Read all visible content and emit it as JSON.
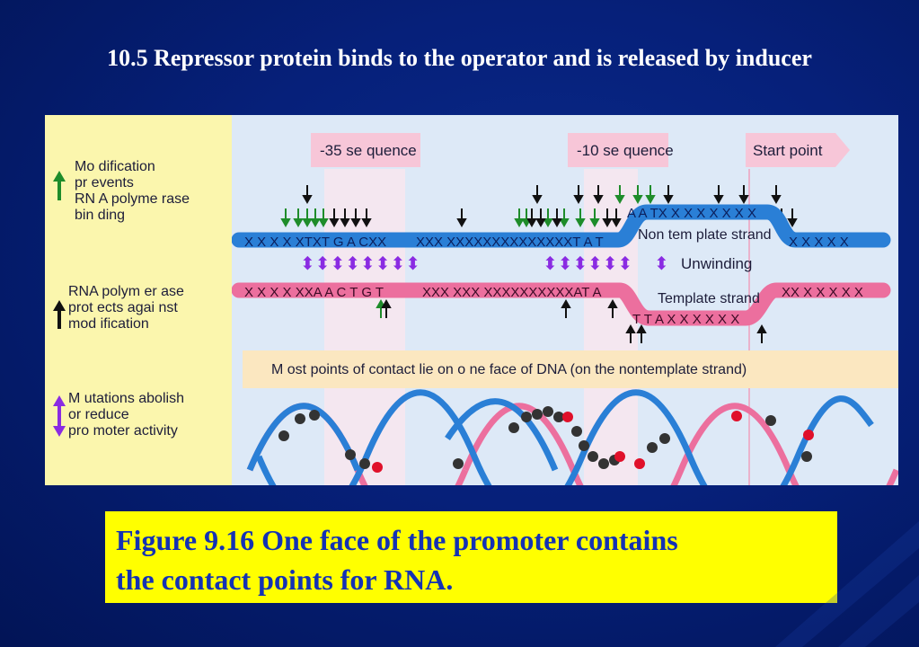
{
  "title": "10.5 Repressor protein binds to the operator and is released by inducer",
  "legend": {
    "modification": "Mo dification\n pr events\nRN A polyme rase\nbin ding",
    "protects": "RNA polym er ase\nprot ects agai nst\nmod ification",
    "mutations": "M utations abolish\n or reduce\npro moter activity"
  },
  "sequence_labels": {
    "minus35": "-35 se quence",
    "minus10": "-10 se quence",
    "start_point": "Start point"
  },
  "strands": {
    "nontemplate_label": "Non tem plate  strand",
    "unwinding_label": "Unwinding",
    "template_label": "Template  strand",
    "top_left": "X X X X  XTXT  G   A CXX",
    "top_mid": "XXX XXXXXXXXXXXXXXT   A T",
    "top_raised": "A A TX X X X  X X X X",
    "top_right": "X X X X  X",
    "bot_left": "X X X  X XXA A C  T  G T",
    "bot_mid": "XXX XXX XXXXXXXXXXAT A",
    "bot_lowered": "T T  A X X X X X X",
    "bot_right": "XX X X X X  X"
  },
  "contact_note": "M ost points  of contact lie on o ne  face of  DNA (on  the  nontemplate strand)",
  "caption": "Figure 9.16 One face of  the promoter contains\nthe contact points for RNA.",
  "colors": {
    "background": "#06207a",
    "legend_bg": "#fbf6ad",
    "diagram_bg": "#dde9f7",
    "blue_strand": "#2a7fd6",
    "pink_strand": "#ec6f9e",
    "purple_mark": "#8a2be2",
    "green_arrow": "#1e8c2a",
    "caption_bg": "#ffff00",
    "caption_text": "#1432b4"
  },
  "icons": {
    "up_arrow": "green-up-arrow-icon",
    "black_up_arrow": "black-up-arrow-icon",
    "diamond_arrow": "purple-double-arrow-icon"
  }
}
